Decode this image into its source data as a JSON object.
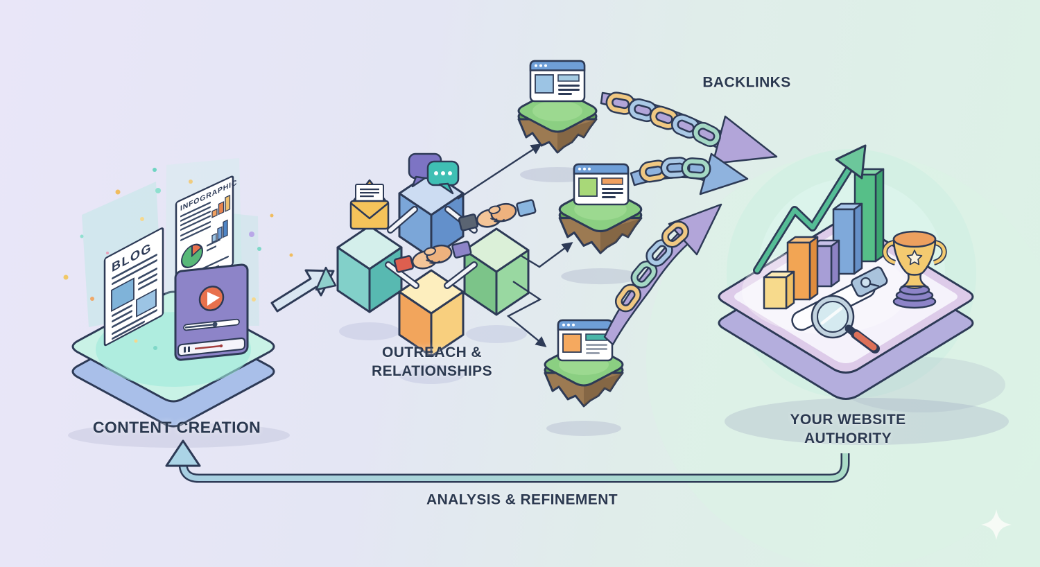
{
  "labels": {
    "content_creation": "CONTENT CREATION",
    "outreach_line1": "OUTREACH &",
    "outreach_line2": "RELATIONSHIPS",
    "backlinks": "BACKLINKS",
    "authority_line1": "YOUR WEBSITE",
    "authority_line2": "AUTHORITY",
    "analysis_refinement": "ANALYSIS & REFINEMENT"
  },
  "artwork_labels": {
    "blog_card": "BLOG",
    "infographic_card": "INFOGRAPHIC"
  },
  "flow": {
    "sequence": [
      "CONTENT CREATION",
      "OUTREACH & RELATIONSHIPS",
      "BACKLINKS",
      "YOUR WEBSITE AUTHORITY"
    ],
    "feedback_edge": "ANALYSIS & REFINEMENT",
    "feedback_from": "YOUR WEBSITE AUTHORITY",
    "feedback_to": "CONTENT CREATION"
  },
  "icons": {
    "content_creation": [
      "blog-document",
      "infographic-document",
      "video-player"
    ],
    "outreach": [
      "email-envelope",
      "chat-bubbles",
      "handshake",
      "handshake"
    ],
    "backlinks": [
      "website-island",
      "website-island",
      "website-island",
      "chain-link-arrow",
      "chain-link-arrow",
      "chain-link-arrow"
    ],
    "authority": [
      "growth-bar-chart",
      "trend-arrow",
      "search-bar",
      "magnifying-glass",
      "trophy"
    ],
    "misc": [
      "sparkle-star"
    ]
  },
  "palette": {
    "background_left": "#e9e6f8",
    "background_right": "#dcf2e6",
    "outline": "#2d3a56",
    "label_text": "#2b3950",
    "platform_teal_top": "#c9f2e6",
    "platform_side_blue": "#a9bfe9",
    "authority_platform_top": "#f5f2fb",
    "authority_platform_rim": "#ddcbe9",
    "authority_platform_side": "#b4aedd",
    "island_grass": "#8bcf82",
    "island_dirt": "#9c7a52",
    "chain_gold": "#f0c882",
    "chain_blue": "#aac9e6",
    "chain_teal": "#a5d8c5",
    "arrow_purple": "#b2a5d9",
    "arrow_blue": "#8fb3de",
    "cube_teal": "#82d0c9",
    "cube_blue": "#7ba6d8",
    "cube_green": "#7cc489",
    "cube_yellow": "#f8cf7e",
    "video_purple": "#8d84c8",
    "play_orange": "#e8714d",
    "trophy_gold": "#f4ca70",
    "loop_tube_left": "#a8cfe2",
    "loop_tube_right": "#abdcc8"
  }
}
